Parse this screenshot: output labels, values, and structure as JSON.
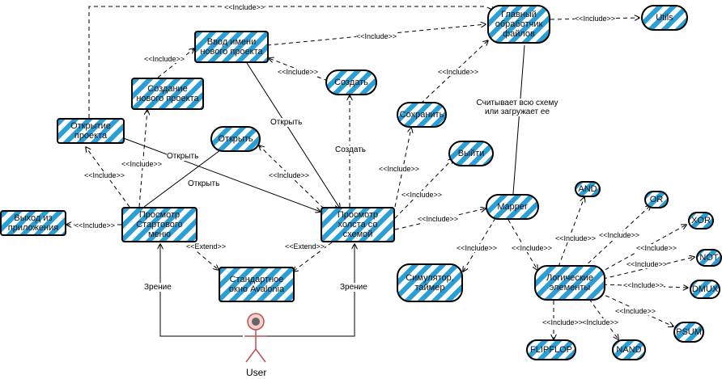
{
  "nodes": {
    "main_handler": "Главный обработчик файлов",
    "utils": "Utils",
    "enter_name": "Ввод имени нового проекта",
    "create_project": "Создание нового проекта",
    "create": "Создать",
    "open_project": "Открытие проекта",
    "open": "Открыть",
    "save": "Сохранить",
    "exit": "Выйти",
    "exit_app": "Выход из приложения",
    "view_start": "Просмотр Стартового меню",
    "view_canvas": "Просмотр холста со схемой",
    "std_window": "Стандартное окно Avalonia",
    "mapper": "Mapper",
    "simulator": "Симулятор, таймер",
    "logic": "Логические элементы",
    "and": "AND",
    "or": "OR",
    "xor": "XOR",
    "not": "NOT",
    "dmux": "DMUX",
    "psum": "PSUM",
    "nand": "NAND",
    "flipflop": "FLIPFLOP"
  },
  "labels": {
    "include": "<<Include>>",
    "extend": "<<Extend>>",
    "open": "Открыть",
    "create": "Создать",
    "vision": "Зрение",
    "reads_scheme": "Считывает всю схему или загружает ее",
    "actor": "User"
  }
}
